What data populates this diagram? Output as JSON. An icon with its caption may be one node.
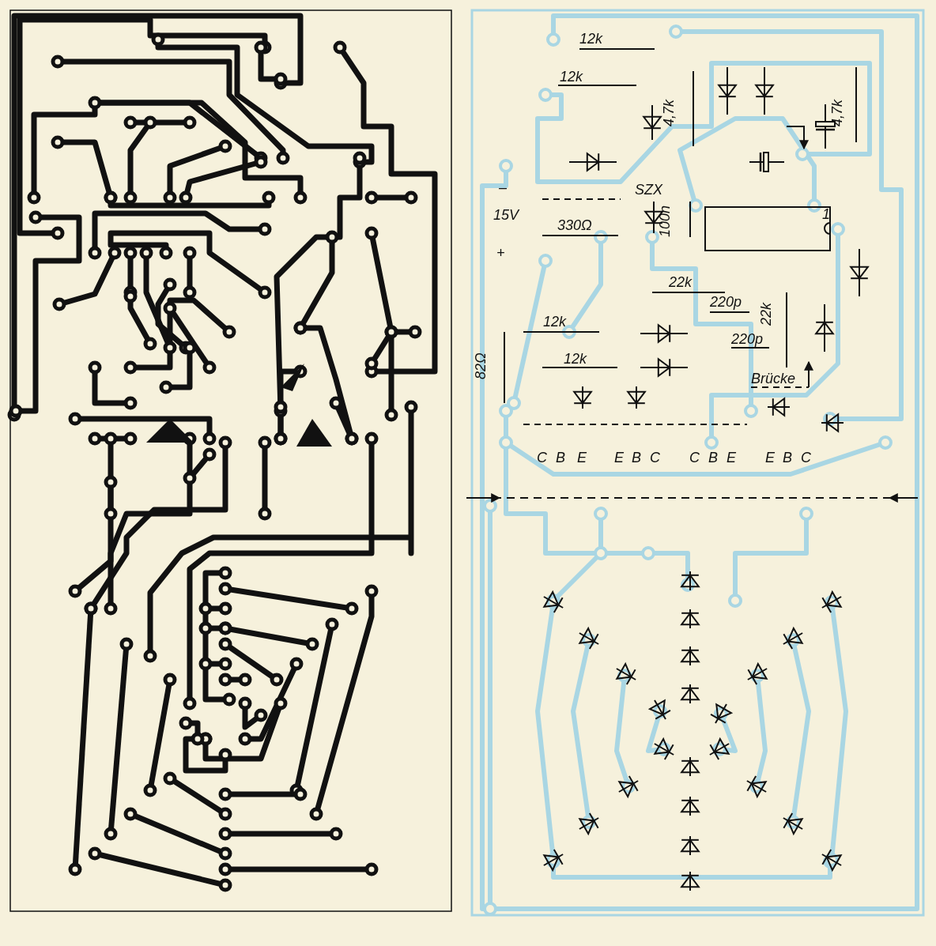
{
  "diagram": {
    "labels": [
      "12k",
      "12k",
      "4,7k",
      "4,7k",
      "–",
      "SZX",
      "15V",
      "100n",
      "1",
      "330Ω",
      "+",
      "22k",
      "220p",
      "22k",
      "12k",
      "220p",
      "82Ω",
      "12k",
      "Brücke",
      "C",
      "B",
      "E",
      "E",
      "B",
      "C",
      "C",
      "B",
      "E",
      "E",
      "B",
      "C"
    ]
  }
}
